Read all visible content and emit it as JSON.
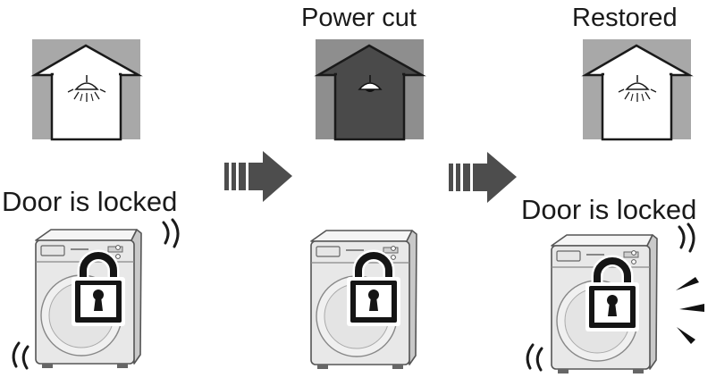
{
  "captions": {
    "power_cut": "Power cut",
    "restored": "Restored",
    "door_locked_1": "Door is locked",
    "door_locked_2": "Door is locked"
  },
  "colors": {
    "background": "#ffffff",
    "house_frame_light": "#a8a8a8",
    "house_frame_dark": "#8e8e8e",
    "house_interior_lit": "#ffffff",
    "house_interior_dark": "#4a4a4a",
    "arrow": "#4d4d4d",
    "machine_body": "#e6e6e6",
    "lock": "#151515"
  },
  "icons": [
    "house-lit-icon",
    "house-dark-icon",
    "house-restored-icon",
    "arrow-right-icon",
    "washing-machine-icon",
    "padlock-icon",
    "vibration-icon",
    "sound-burst-icon"
  ]
}
